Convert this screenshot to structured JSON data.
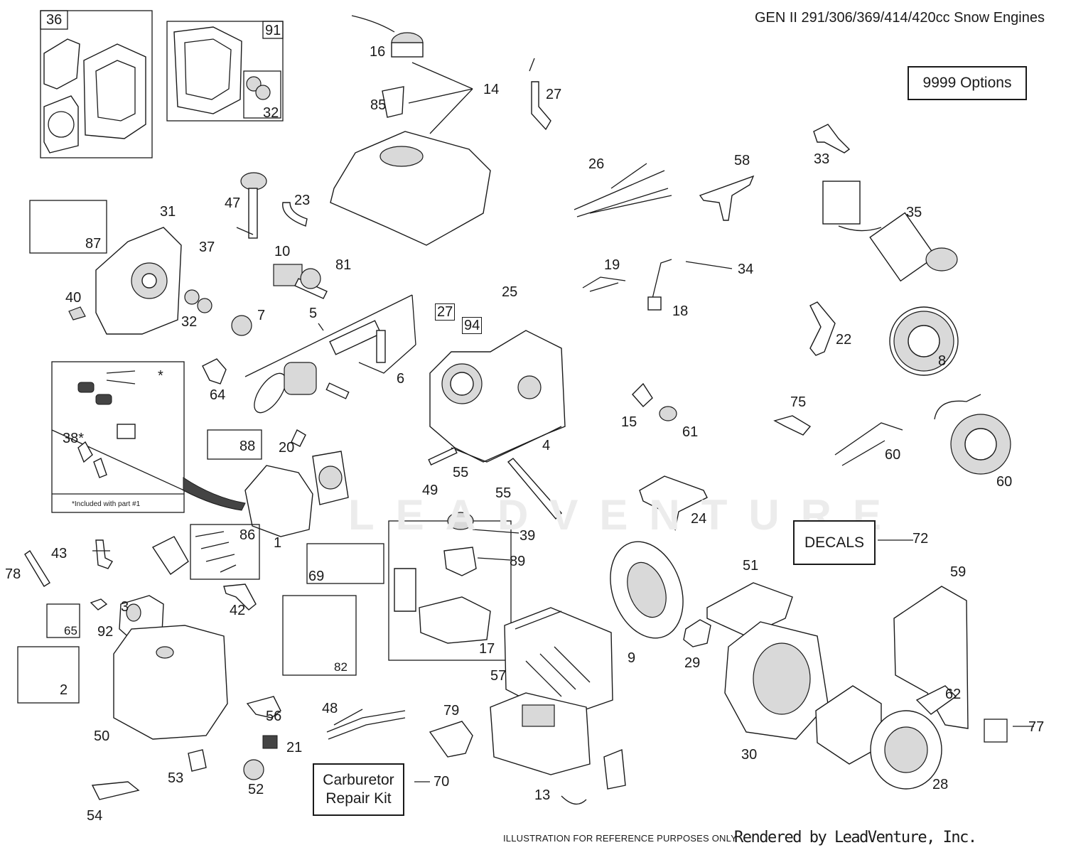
{
  "title": "GEN II 291/306/369/414/420cc Snow Engines",
  "options_box": "9999  Options",
  "decals_box": "DECALS",
  "carb_kit_box": "Carburetor Repair Kit",
  "included_note": "*Included with part #1",
  "asterisk": "*",
  "watermark": "LEADVENTURE",
  "footer_disclaimer": "ILLUSTRATION FOR REFERENCE PURPOSES ONLY",
  "footer_rendered": "Rendered by LeadVenture, Inc.",
  "labels": {
    "l36": "36",
    "l91": "91",
    "l32a": "32",
    "l16": "16",
    "l14": "14",
    "l85": "85",
    "l27a": "27",
    "l47": "47",
    "l23": "23",
    "l26": "26",
    "l58": "58",
    "l33": "33",
    "l35": "35",
    "l31": "31",
    "l87": "87",
    "l37": "37",
    "l10": "10",
    "l81": "81",
    "l19": "19",
    "l34": "34",
    "l40": "40",
    "l32b": "32",
    "l7": "7",
    "l5": "5",
    "l27b": "27",
    "l94": "94",
    "l25": "25",
    "l18": "18",
    "l22": "22",
    "l8": "8",
    "l6": "6",
    "l64": "64",
    "l38": "38*",
    "l88": "88",
    "l20": "20",
    "l4": "4",
    "l15": "15",
    "l61": "61",
    "l75": "75",
    "l60a": "60",
    "l60b": "60",
    "l55a": "55",
    "l49": "49",
    "l55b": "55",
    "l24": "24",
    "l39": "39",
    "l72": "72",
    "l1": "1",
    "l86": "86",
    "l89": "89",
    "l43": "43",
    "l78": "78",
    "l69": "69",
    "l3": "3",
    "l42": "42",
    "l51": "51",
    "l59": "59",
    "l65": "65",
    "l92": "92",
    "l17": "17",
    "l9": "9",
    "l29": "29",
    "l82": "82",
    "l57": "57",
    "l2": "2",
    "l50": "50",
    "l56": "56",
    "l48": "48",
    "l79": "79",
    "l62": "62",
    "l21": "21",
    "l30": "30",
    "l77": "77",
    "l53": "53",
    "l70": "70",
    "l52": "52",
    "l13": "13",
    "l28": "28",
    "l54": "54"
  }
}
